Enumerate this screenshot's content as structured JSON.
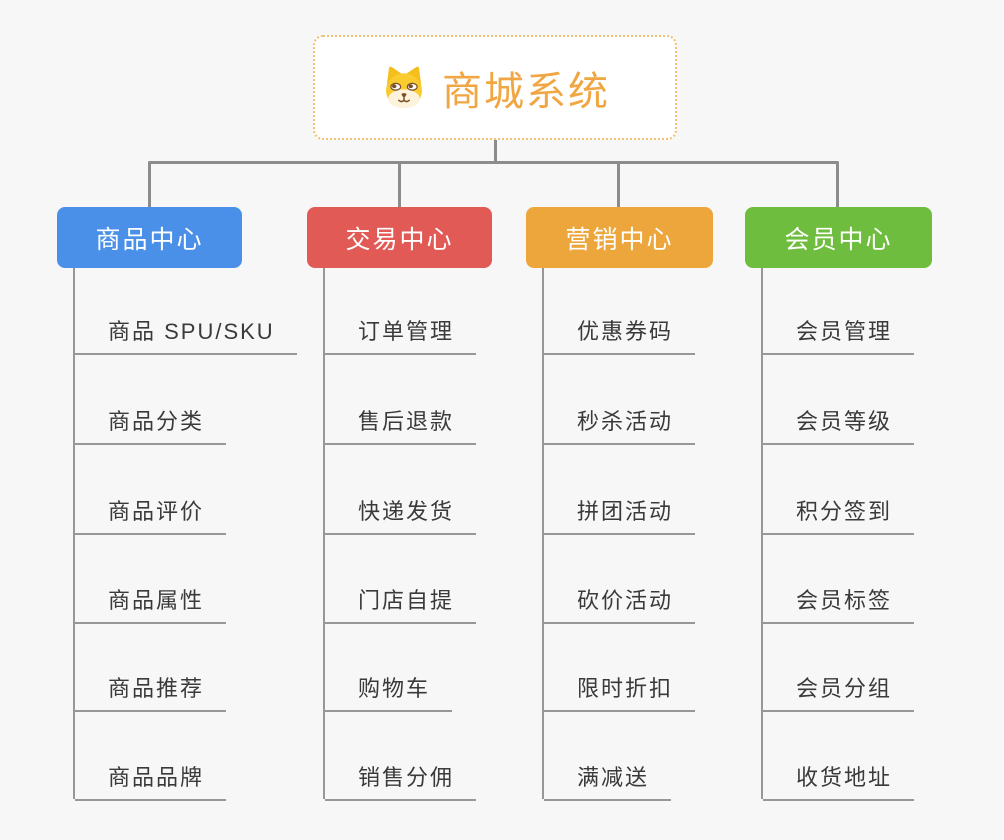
{
  "root": {
    "title": "商城系统",
    "icon": "dog-icon"
  },
  "branches": [
    {
      "label": "商品中心",
      "color": "#4A90E8",
      "items": [
        "商品 SPU/SKU",
        "商品分类",
        "商品评价",
        "商品属性",
        "商品推荐",
        "商品品牌"
      ]
    },
    {
      "label": "交易中心",
      "color": "#E15A56",
      "items": [
        "订单管理",
        "售后退款",
        "快递发货",
        "门店自提",
        "购物车",
        "销售分佣"
      ]
    },
    {
      "label": "营销中心",
      "color": "#EDA63C",
      "items": [
        "优惠券码",
        "秒杀活动",
        "拼团活动",
        "砍价活动",
        "限时折扣",
        "满减送"
      ]
    },
    {
      "label": "会员中心",
      "color": "#6FBD3E",
      "items": [
        "会员管理",
        "会员等级",
        "积分签到",
        "会员标签",
        "会员分组",
        "收货地址"
      ]
    }
  ],
  "colors": {
    "background": "#F7F7F7",
    "connector": "#8C8C8C",
    "leaf_line": "#979797",
    "leaf_text": "#3A3A3A",
    "root_text": "#F0A642",
    "root_border": "#F2C06E",
    "branch_text": "#FFFFFF"
  }
}
